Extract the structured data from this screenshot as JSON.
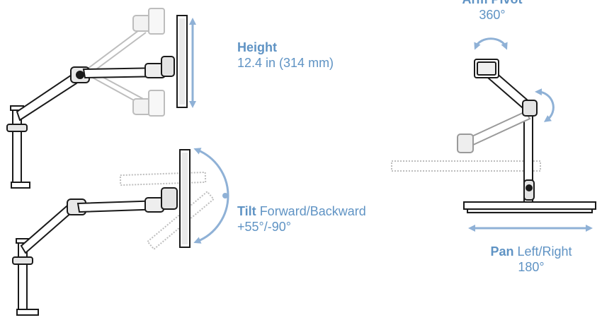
{
  "colors": {
    "accent": "#5f93c4",
    "line": "#1a1a1a",
    "ghost": "#b5b5b5"
  },
  "height": {
    "title": "Height",
    "value": "12.4 in (314 mm)"
  },
  "tilt": {
    "title": "Tilt",
    "desc": "Forward/Backward",
    "value": "+55°/-90°"
  },
  "pivot": {
    "title": "Arm Pivot",
    "value": "360°"
  },
  "pan": {
    "title": "Pan",
    "desc": "Left/Right",
    "value": "180°"
  }
}
